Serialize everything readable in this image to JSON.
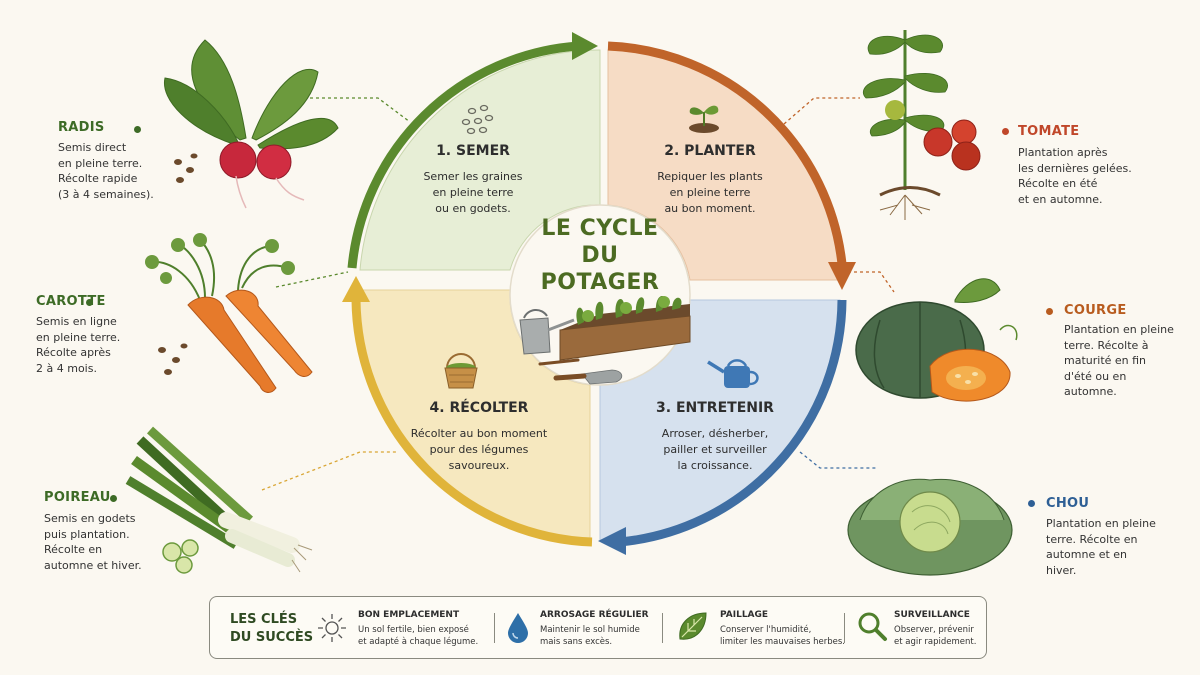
{
  "title": {
    "line1": "LE CYCLE",
    "line2": "DU POTAGER"
  },
  "stages": [
    {
      "title": "1. SEMER",
      "desc": [
        "Semer les graines",
        "en pleine terre",
        "ou en godets."
      ]
    },
    {
      "title": "2. PLANTER",
      "desc": [
        "Repiquer les plants",
        "en pleine terre",
        "au bon moment."
      ]
    },
    {
      "title": "3. ENTRETENIR",
      "desc": [
        "Arroser, désherber,",
        "pailler et surveiller",
        "la croissance."
      ]
    },
    {
      "title": "4. RÉCOLTER",
      "desc": [
        "Récolter au bon moment",
        "pour des légumes",
        "savoureux."
      ]
    }
  ],
  "vegetables": {
    "radis": {
      "name": "RADIS",
      "desc": "Semis direct\nen pleine terre.\nRécolte rapide\n(3 à 4 semaines)."
    },
    "carotte": {
      "name": "CAROTTE",
      "desc": "Semis en ligne\nen pleine terre.\nRécolte après\n2 à 4 mois."
    },
    "poireau": {
      "name": "POIREAU",
      "desc": "Semis en godets\npuis plantation.\nRécolte en\nautomne et hiver."
    },
    "tomate": {
      "name": "TOMATE",
      "desc": "Plantation après\nles dernières gelées.\nRécolte en été\net en automne."
    },
    "courge": {
      "name": "COURGE",
      "desc": "Plantation en pleine\nterre. Récolte à\nmaturité en fin\nd'été ou en\nautomne."
    },
    "chou": {
      "name": "CHOU",
      "desc": "Plantation en pleine\nterre. Récolte en\nautomne et en\nhiver."
    }
  },
  "keys": {
    "title": "LES CLÉS\nDU SUCCÈS",
    "items": [
      {
        "title": "BON EMPLACEMENT",
        "desc": "Un sol fertile, bien exposé\net adapté à chaque légume.",
        "icon": "sun-icon"
      },
      {
        "title": "ARROSAGE RÉGULIER",
        "desc": "Maintenir le sol humide\nmais sans excès.",
        "icon": "water-drop-icon"
      },
      {
        "title": "PAILLAGE",
        "desc": "Conserver l'humidité,\nlimiter les mauvaises herbes.",
        "icon": "leaf-icon"
      },
      {
        "title": "SURVEILLANCE",
        "desc": "Observer, prévenir\net agir rapidement.",
        "icon": "magnifier-icon"
      }
    ]
  },
  "colors": {
    "semer": "#5b8a2e",
    "planter": "#c0642a",
    "entretenir": "#3f6ea3",
    "recolter": "#e0b43a",
    "title": "#4c6b22",
    "tomate": "#c0472a",
    "courge": "#b85c1f",
    "chou": "#2e5f95",
    "leftveg": "#3d6b26"
  }
}
